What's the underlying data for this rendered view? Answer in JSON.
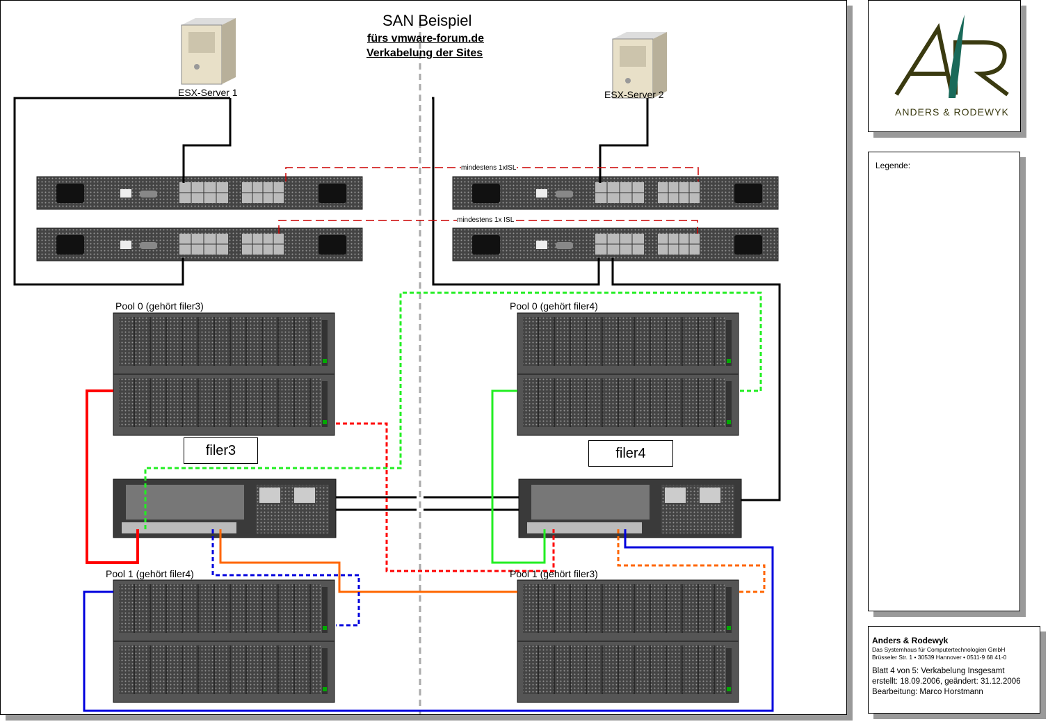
{
  "title": {
    "main": "SAN Beispiel",
    "sub1": "fürs vmware-forum.de",
    "sub2": "Verkabelung der Sites"
  },
  "servers": [
    {
      "label": "ESX-Server 1"
    },
    {
      "label": "ESX-Server 2"
    }
  ],
  "isl": [
    "mindestens 1xISL",
    "mindestens 1x ISL"
  ],
  "pools": [
    "Pool 0 (gehört filer3)",
    "Pool 0 (gehört filer4)",
    "Pool 1 (gehört filer4)",
    "Pool 1 (gehört filer3)"
  ],
  "filers": [
    "filer3",
    "filer4"
  ],
  "logo": {
    "company": "ANDERS & RODEWYK",
    "mark": "AR"
  },
  "legend": {
    "label": "Legende:"
  },
  "titleblock": {
    "company": "Anders & Rodewyk",
    "tagline": "Das Systemhaus für Computertechnologien GmbH",
    "address": "Brüsseler Str. 1 • 30539 Hannover • 0511-9 68 41-0",
    "sheet": "Blatt 4 von 5: Verkabelung Insgesamt",
    "dates": "erstellt: 18.09.2006, geändert: 31.12.2006",
    "author": "Bearbeitung: Marco Horstmann"
  },
  "colors": {
    "red": "#ff0000",
    "green": "#00dd00",
    "orange": "#ff6600",
    "blue": "#0000dd",
    "black": "#000000",
    "isl": "#cc0000"
  }
}
